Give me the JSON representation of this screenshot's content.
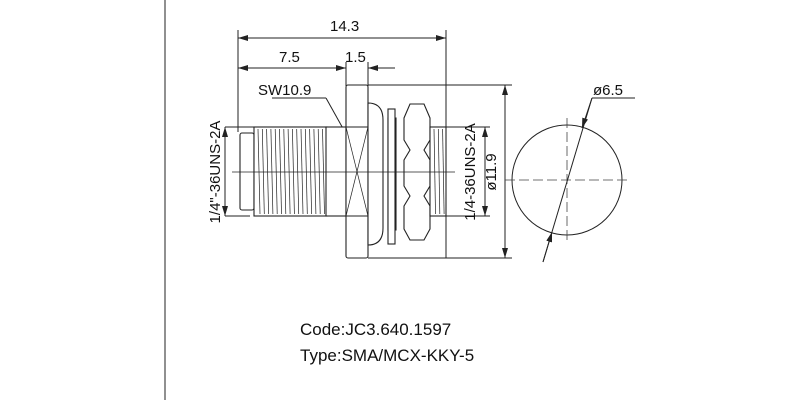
{
  "dimensions": {
    "overall_length": "14.3",
    "thread_length": "7.5",
    "flange_thickness": "1.5",
    "wrench_size": "SW10.9",
    "rear_thread": "1/4\"-36UNS-2A",
    "front_thread": "1/4-36UNS-2A",
    "flange_diameter": "ø11.9",
    "panel_hole": "ø6.5"
  },
  "info": {
    "code": "Code:JC3.640.1597",
    "type": "Type:SMA/MCX-KKY-5"
  }
}
